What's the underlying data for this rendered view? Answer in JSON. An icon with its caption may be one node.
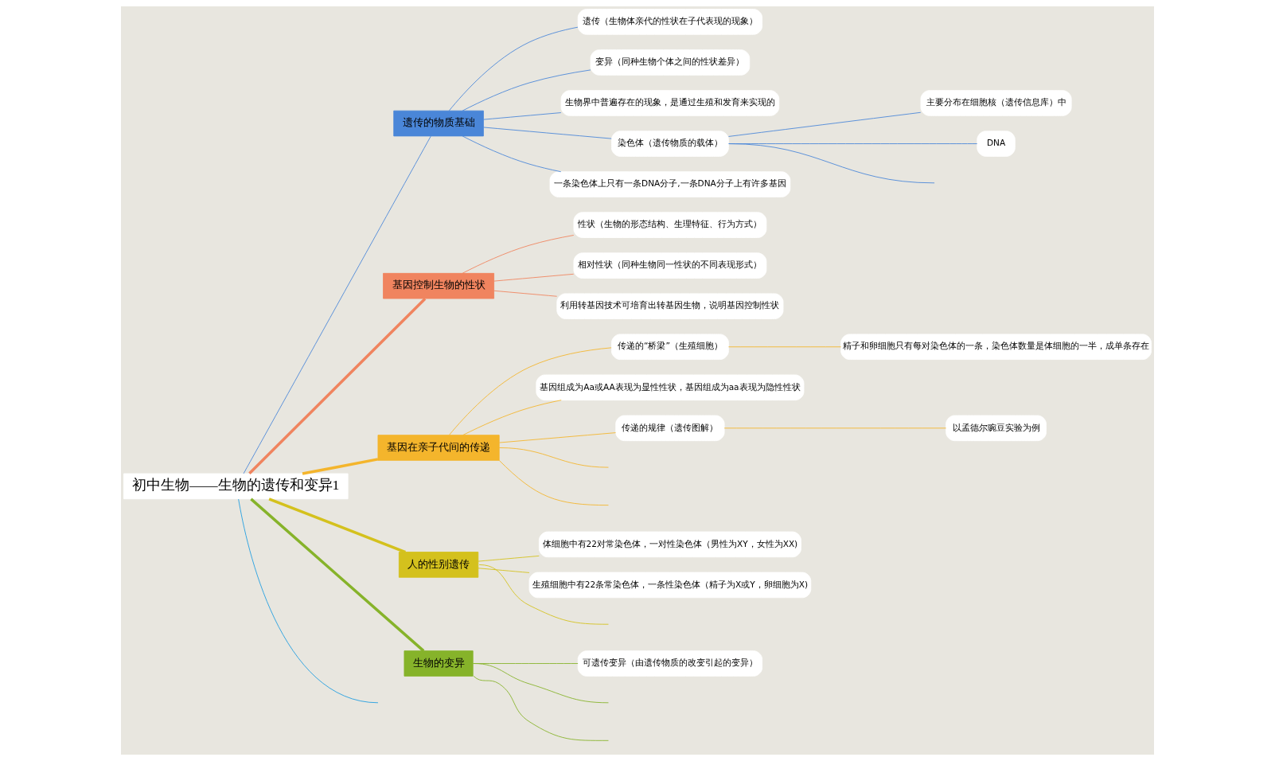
{
  "diagram": {
    "nodes": [
      {
        "text": [
          "初中生物——生物的遗传和变异1"
        ]
      },
      {
        "text": [
          "遗传的物质基础"
        ]
      },
      {
        "text": [
          "遗传（生物体亲代的性状在子代表现的现象）"
        ]
      },
      {
        "text": [
          "变异（同种生物个体之间的性状差异）"
        ]
      },
      {
        "text": [
          "生物界中普遍存在的现象，是通过生殖和发育来实现的"
        ]
      },
      {
        "text": [
          "染色体（遗传物质的载体）"
        ]
      },
      {
        "text": [
          "主要分布在细胞核（遗传信息库）中"
        ]
      },
      {
        "text": [
          "DNA"
        ]
      },
      {
        "text": [
          "一条染色体上只有一条DNA分子,一条DNA分子上有许多基因"
        ]
      },
      {
        "text": [
          "基因控制生物的性状"
        ]
      },
      {
        "text": [
          "性状（生物的形态结构、生理特征、行为方式）"
        ]
      },
      {
        "text": [
          "相对性状（同种生物同一性状的不同表现形式）"
        ]
      },
      {
        "text": [
          "利用转基因技术可培育出转基因生物，说明基因控制性状"
        ]
      },
      {
        "text": [
          "基因在亲子代间的传递"
        ]
      },
      {
        "text": [
          "传递的“桥梁”（生殖细胞）"
        ]
      },
      {
        "text": [
          "精子和卵细胞只有每对染色体的一条，染色体数量是体细胞的一半，成单条存在"
        ]
      },
      {
        "text": [
          "基因组成为Aa或AA表现为显性性状，基因组成为aa表现为隐性性状"
        ]
      },
      {
        "text": [
          "传递的规律（遗传图解）"
        ]
      },
      {
        "text": [
          "以孟德尔豌豆实验为例"
        ]
      },
      {
        "text": [
          "人的性别遗传"
        ]
      },
      {
        "text": [
          "体细胞中有22对常染色体，一对性染色体（男性为XY，女性为XX)"
        ]
      },
      {
        "text": [
          "生殖细胞中有22条常染色体，一条性染色体（精子为X或Y，卵细胞为X)"
        ]
      },
      {
        "text": [
          "生物的变异"
        ]
      },
      {
        "text": [
          "可遗传变异（由遗传物质的改变引起的变异）"
        ]
      }
    ],
    "edges": [
      {
        "from": 0,
        "to": 1,
        "arrow": "none",
        "color": "#4a86d8"
      },
      {
        "from": 0,
        "to": 9,
        "arrow": "none",
        "style": "thick",
        "color": "#f0845f"
      },
      {
        "from": 0,
        "to": 13,
        "arrow": "none",
        "style": "thick",
        "color": "#f4b52c"
      },
      {
        "from": 0,
        "to": 19,
        "arrow": "none",
        "style": "thick",
        "color": "#d4c11d"
      },
      {
        "from": 0,
        "to": 22,
        "arrow": "none",
        "style": "thick",
        "color": "#86b32a"
      },
      {
        "from": 0,
        "to": null,
        "arrow": "none",
        "color": "#1f9de0"
      },
      {
        "from": 1,
        "to": 2,
        "arrow": "none",
        "color": "#4a86d8"
      },
      {
        "from": 1,
        "to": 3,
        "arrow": "none",
        "color": "#4a86d8"
      },
      {
        "from": 1,
        "to": 4,
        "arrow": "none",
        "color": "#4a86d8"
      },
      {
        "from": 1,
        "to": 5,
        "arrow": "none",
        "color": "#4a86d8"
      },
      {
        "from": 5,
        "to": 6,
        "arrow": "none",
        "color": "#4a86d8"
      },
      {
        "from": 5,
        "to": 7,
        "arrow": "none",
        "color": "#4a86d8"
      },
      {
        "from": 5,
        "to": null,
        "arrow": "none",
        "color": "#4a86d8"
      },
      {
        "from": 1,
        "to": 8,
        "arrow": "none",
        "color": "#4a86d8"
      },
      {
        "from": 9,
        "to": 10,
        "arrow": "none",
        "color": "#f0845f"
      },
      {
        "from": 9,
        "to": 11,
        "arrow": "none",
        "color": "#f0845f"
      },
      {
        "from": 9,
        "to": 12,
        "arrow": "none",
        "color": "#f0845f"
      },
      {
        "from": 13,
        "to": 14,
        "arrow": "none",
        "color": "#f4b52c"
      },
      {
        "from": 14,
        "to": 15,
        "arrow": "none",
        "color": "#f4b52c"
      },
      {
        "from": 13,
        "to": 16,
        "arrow": "none",
        "color": "#f4b52c"
      },
      {
        "from": 13,
        "to": 17,
        "arrow": "none",
        "color": "#f4b52c"
      },
      {
        "from": 17,
        "to": 18,
        "arrow": "none",
        "color": "#f4b52c"
      },
      {
        "from": 13,
        "to": null,
        "arrow": "none",
        "color": "#f4b52c"
      },
      {
        "from": 13,
        "to": null,
        "arrow": "none",
        "color": "#f4b52c"
      },
      {
        "from": 19,
        "to": 20,
        "arrow": "none",
        "color": "#d4c11d"
      },
      {
        "from": 19,
        "to": 21,
        "arrow": "none",
        "color": "#d4c11d"
      },
      {
        "from": 19,
        "to": null,
        "arrow": "none",
        "color": "#d4c11d"
      },
      {
        "from": 22,
        "to": 23,
        "arrow": "none",
        "color": "#86b32a"
      },
      {
        "from": 22,
        "to": null,
        "arrow": "none",
        "color": "#86b32a"
      },
      {
        "from": 22,
        "to": null,
        "arrow": "none",
        "color": "#86b32a"
      }
    ]
  }
}
